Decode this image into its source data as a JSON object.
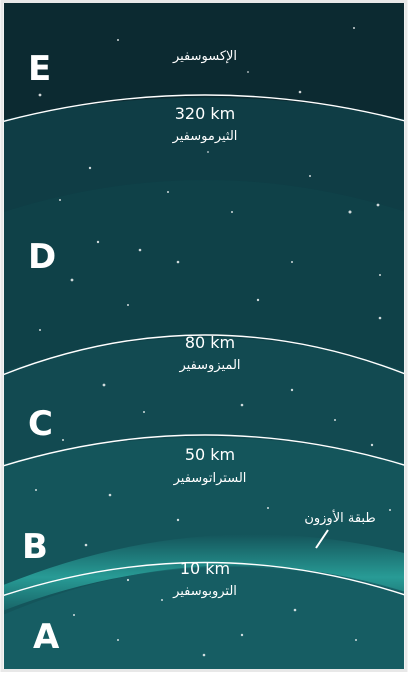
{
  "layers": [
    {
      "letter": "E",
      "name": "الإكسوسفير",
      "boundary_km": ""
    },
    {
      "letter": "D",
      "name": "الثيرموسفير",
      "boundary_km": "320 km"
    },
    {
      "letter": "C",
      "name": "الميزوسفير",
      "boundary_km": "80 km"
    },
    {
      "letter": "B",
      "name": "الستراتوسفير",
      "boundary_km": "50 km"
    },
    {
      "letter": "A",
      "name": "التروبوسفير",
      "boundary_km": "10 km"
    }
  ],
  "ozone_label": "طبقة الأوزون",
  "colors": {
    "exosphere": "#0c2a31",
    "thermosphere": "#0f3d45",
    "mesosphere": "#124a51",
    "stratosphere": "#14555b",
    "troposphere": "#176066",
    "ozone_band": "#2aa39c",
    "boundary_line": "#ffffff"
  }
}
